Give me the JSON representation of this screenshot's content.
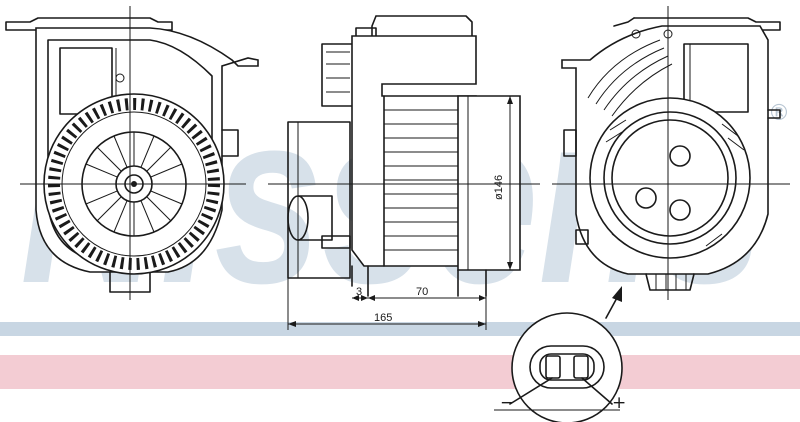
{
  "brand": {
    "watermark": "Nissens",
    "registered_mark": "®",
    "stripe_colors": {
      "blue": "#c8d6e3",
      "pink": "#f3ccd3",
      "watermark": "#d7e1ea"
    }
  },
  "dimensions": {
    "diameter": "ø146",
    "length_small": "3",
    "length_motor": "70",
    "length_total": "165"
  },
  "connector": {
    "minus": "−",
    "plus": "+"
  }
}
